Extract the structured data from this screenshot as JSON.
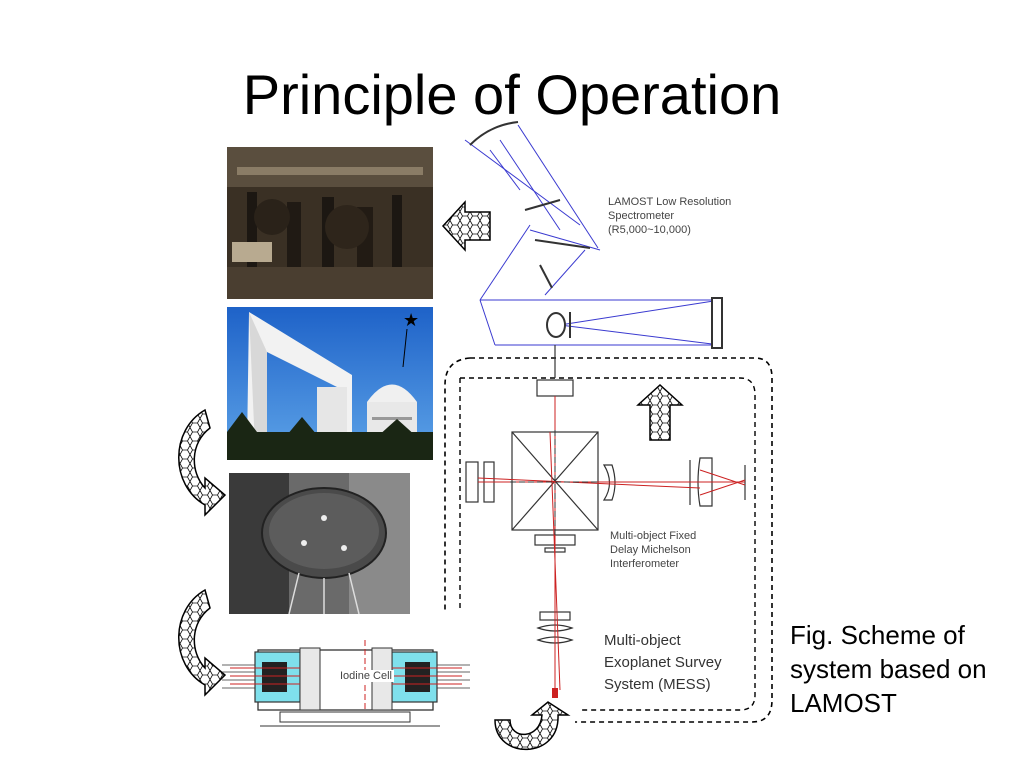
{
  "title": "Principle of Operation",
  "labels": {
    "lamost_line1": "LAMOST Low Resolution",
    "lamost_line2": "Spectrometer",
    "lamost_line3": "(R5,000~10,000)",
    "interf_line1": "Multi-object Fixed",
    "interf_line2": "Delay Michelson",
    "interf_line3": "Interferometer",
    "mess_line1": "Multi-object",
    "mess_line2": "Exoplanet Survey",
    "mess_line3": "System (MESS)",
    "iodine_cell": "Iodine Cell"
  },
  "caption": {
    "line1": "Fig. Scheme of",
    "line2": "system based on",
    "line3": "LAMOST"
  },
  "colors": {
    "beam_blue": "#3a3ad0",
    "beam_red": "#cc2222",
    "cyan": "#7fe0ec"
  }
}
